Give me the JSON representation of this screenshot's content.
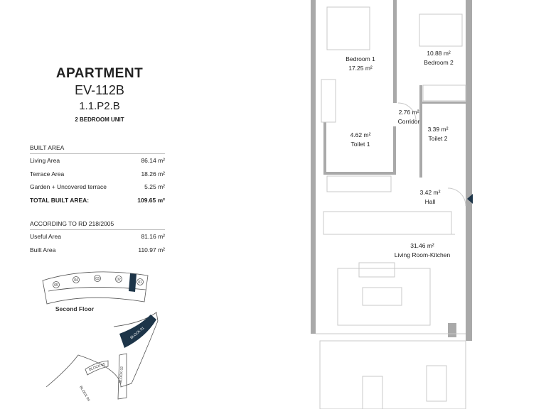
{
  "header": {
    "title": "APARTMENT",
    "code": "EV-112B",
    "ref": "1.1.P2.B",
    "unit_type": "2 BEDROOM UNIT"
  },
  "built_area": {
    "heading": "BUILT AREA",
    "rows": [
      {
        "label": "Living Area",
        "value": "86.14 m²"
      },
      {
        "label": "Terrace Area",
        "value": "18.26 m²"
      },
      {
        "label": "Garden + Uncovered terrace",
        "value": "5.25 m²"
      },
      {
        "label": "TOTAL BUILT AREA:",
        "value": "109.65 m²"
      }
    ]
  },
  "rd_area": {
    "heading": "ACCORDING TO RD 218/2005",
    "rows": [
      {
        "label": "Useful Area",
        "value": "81.16 m²"
      },
      {
        "label": "Built Area",
        "value": "110.97 m²"
      }
    ]
  },
  "key_plan": {
    "floor_label": "Second Floor",
    "units": [
      "05",
      "04",
      "03",
      "02",
      "01"
    ],
    "blocks": [
      "BLOCK 01",
      "BLOCK 02",
      "BLOCK 05",
      "BLOCK 04"
    ],
    "highlight_color": "#1d3549"
  },
  "rooms": [
    {
      "name": "Bedroom 1",
      "area": "17.25 m²"
    },
    {
      "name": "Bedroom 2",
      "area": "10.88 m²"
    },
    {
      "name": "Corridor",
      "area": "2.76 m²"
    },
    {
      "name": "Toilet 1",
      "area": "4.62 m²"
    },
    {
      "name": "Toilet 2",
      "area": "3.39 m²"
    },
    {
      "name": "Hall",
      "area": "3.42 m²"
    },
    {
      "name": "Living Room-Kitchen",
      "area": "31.46 m²"
    }
  ],
  "colors": {
    "wall": "#a9a9a9",
    "line": "#c8c8c8",
    "accent": "#1d3549"
  }
}
